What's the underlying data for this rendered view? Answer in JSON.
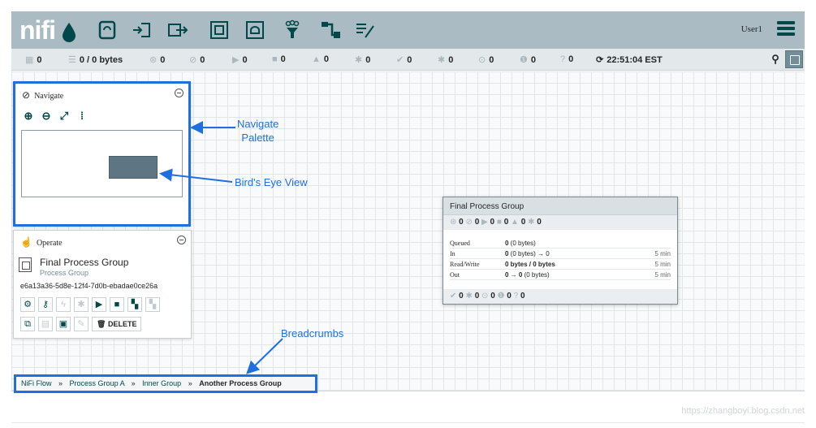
{
  "app": {
    "logo_text": "nifi",
    "user": "User1"
  },
  "toolbar": {
    "items": [
      {
        "icon": "processor-icon"
      },
      {
        "icon": "input-port-icon"
      },
      {
        "icon": "output-port-icon"
      },
      {
        "icon": "process-group-icon"
      },
      {
        "icon": "remote-process-group-icon"
      },
      {
        "icon": "funnel-icon"
      },
      {
        "icon": "template-icon"
      },
      {
        "icon": "label-icon"
      }
    ]
  },
  "status": {
    "items": [
      {
        "icon": "threads-icon",
        "glyph": "▦",
        "value": "0"
      },
      {
        "icon": "queued-icon",
        "glyph": "☰",
        "value": "0 / 0 bytes"
      },
      {
        "icon": "transmitting-icon",
        "glyph": "⊛",
        "value": "0"
      },
      {
        "icon": "not-transmitting-icon",
        "glyph": "⊘",
        "value": "0"
      },
      {
        "icon": "running-icon",
        "glyph": "▶",
        "value": "0"
      },
      {
        "icon": "stopped-icon",
        "glyph": "■",
        "value": "0"
      },
      {
        "icon": "invalid-icon",
        "glyph": "▲",
        "value": "0"
      },
      {
        "icon": "disabled-icon",
        "glyph": "✱",
        "value": "0"
      },
      {
        "icon": "up-to-date-icon",
        "glyph": "✔",
        "value": "0"
      },
      {
        "icon": "locally-modified-icon",
        "glyph": "✱",
        "value": "0"
      },
      {
        "icon": "stale-icon",
        "glyph": "⊙",
        "value": "0"
      },
      {
        "icon": "modified-stale-icon",
        "glyph": "❶",
        "value": "0"
      },
      {
        "icon": "sync-failure-icon",
        "glyph": "?",
        "value": "0"
      }
    ],
    "refresh_time": "22:51:04 EST"
  },
  "navigate": {
    "title": "Navigate",
    "tools": [
      "⊕",
      "⊖",
      "⤢",
      "⁞"
    ]
  },
  "operate": {
    "title": "Operate",
    "name": "Final Process Group",
    "type": "Process Group",
    "id": "e6a13a36-5d8e-12f4-7d0b-ebadae0ce26a",
    "delete_label": "DELETE"
  },
  "process_group": {
    "name": "Final Process Group",
    "stats": [
      {
        "glyph": "⊛",
        "value": "0"
      },
      {
        "glyph": "⊘",
        "value": "0"
      },
      {
        "glyph": "▶",
        "value": "0"
      },
      {
        "glyph": "■",
        "value": "0"
      },
      {
        "glyph": "▲",
        "value": "0"
      },
      {
        "glyph": "✱",
        "value": "0"
      }
    ],
    "rows": [
      {
        "label": "Queued",
        "bold": "0",
        "rest": " (0 bytes)",
        "window": ""
      },
      {
        "label": "In",
        "bold": "0",
        "rest": " (0 bytes) → 0",
        "window": "5 min"
      },
      {
        "label": "Read/Write",
        "bold": "0 bytes / 0 bytes",
        "rest": "",
        "window": "5 min"
      },
      {
        "label": "Out",
        "bold": "0 → 0",
        "rest": " (0 bytes)",
        "window": "5 min"
      }
    ],
    "footer": [
      {
        "glyph": "✔",
        "value": "0"
      },
      {
        "glyph": "✱",
        "value": "0"
      },
      {
        "glyph": "⊙",
        "value": "0"
      },
      {
        "glyph": "❶",
        "value": "0"
      },
      {
        "glyph": "?",
        "value": "0"
      }
    ]
  },
  "breadcrumbs": {
    "items": [
      "NiFi Flow",
      "Process Group A",
      "Inner Group",
      "Another Process Group"
    ],
    "separator": "»"
  },
  "annotations": {
    "navigate_palette": "Navigate\nPalette",
    "birds_eye": "Bird's Eye View",
    "breadcrumbs": "Breadcrumbs"
  },
  "watermark": "https://zhangboyi.blog.csdn.net",
  "colors": {
    "header": "#aabbc3",
    "accent_annotation": "#1f6fe0",
    "brand": "#004849"
  }
}
